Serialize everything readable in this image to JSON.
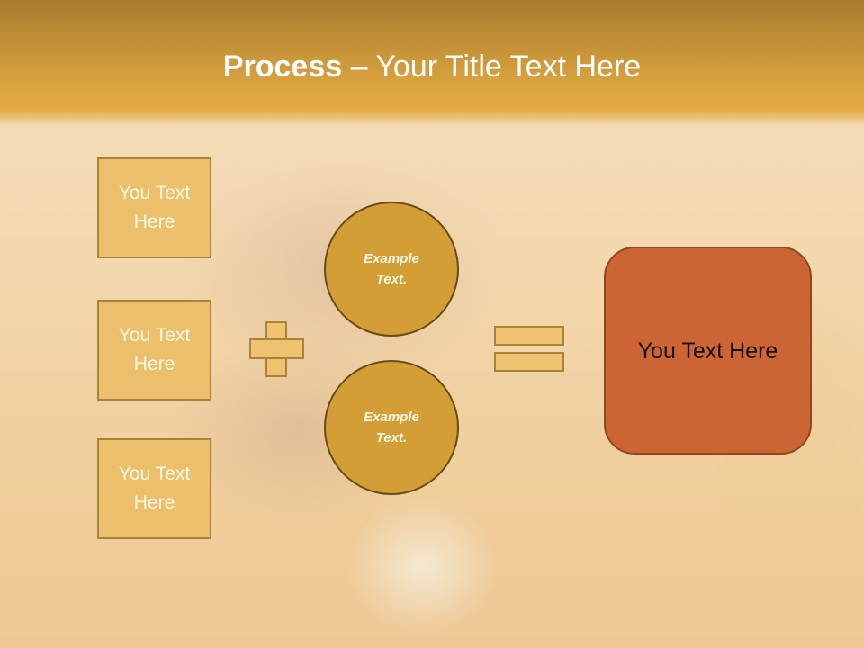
{
  "slide": {
    "title": {
      "bold": "Process",
      "rest": " – Your Title Text Here"
    },
    "left_boxes": [
      {
        "line1": "You Text",
        "line2": "Here"
      },
      {
        "line1": "You Text",
        "line2": "Here"
      },
      {
        "line1": "You Text",
        "line2": "Here"
      }
    ],
    "circles": [
      {
        "line1": "Example",
        "line2": "Text."
      },
      {
        "line1": "Example",
        "line2": "Text."
      }
    ],
    "operators": {
      "plus": "plus-icon",
      "equals": "equals-icon"
    },
    "result_box": {
      "label": "You Text Here"
    },
    "colors": {
      "title_band": "#dca440",
      "left_box_fill": "#ecbf6a",
      "left_box_border": "#a9823e",
      "circle_fill": "#d39e36",
      "circle_border": "#6b4a17",
      "result_fill": "#cc6433",
      "result_border": "#8c4a21"
    }
  }
}
